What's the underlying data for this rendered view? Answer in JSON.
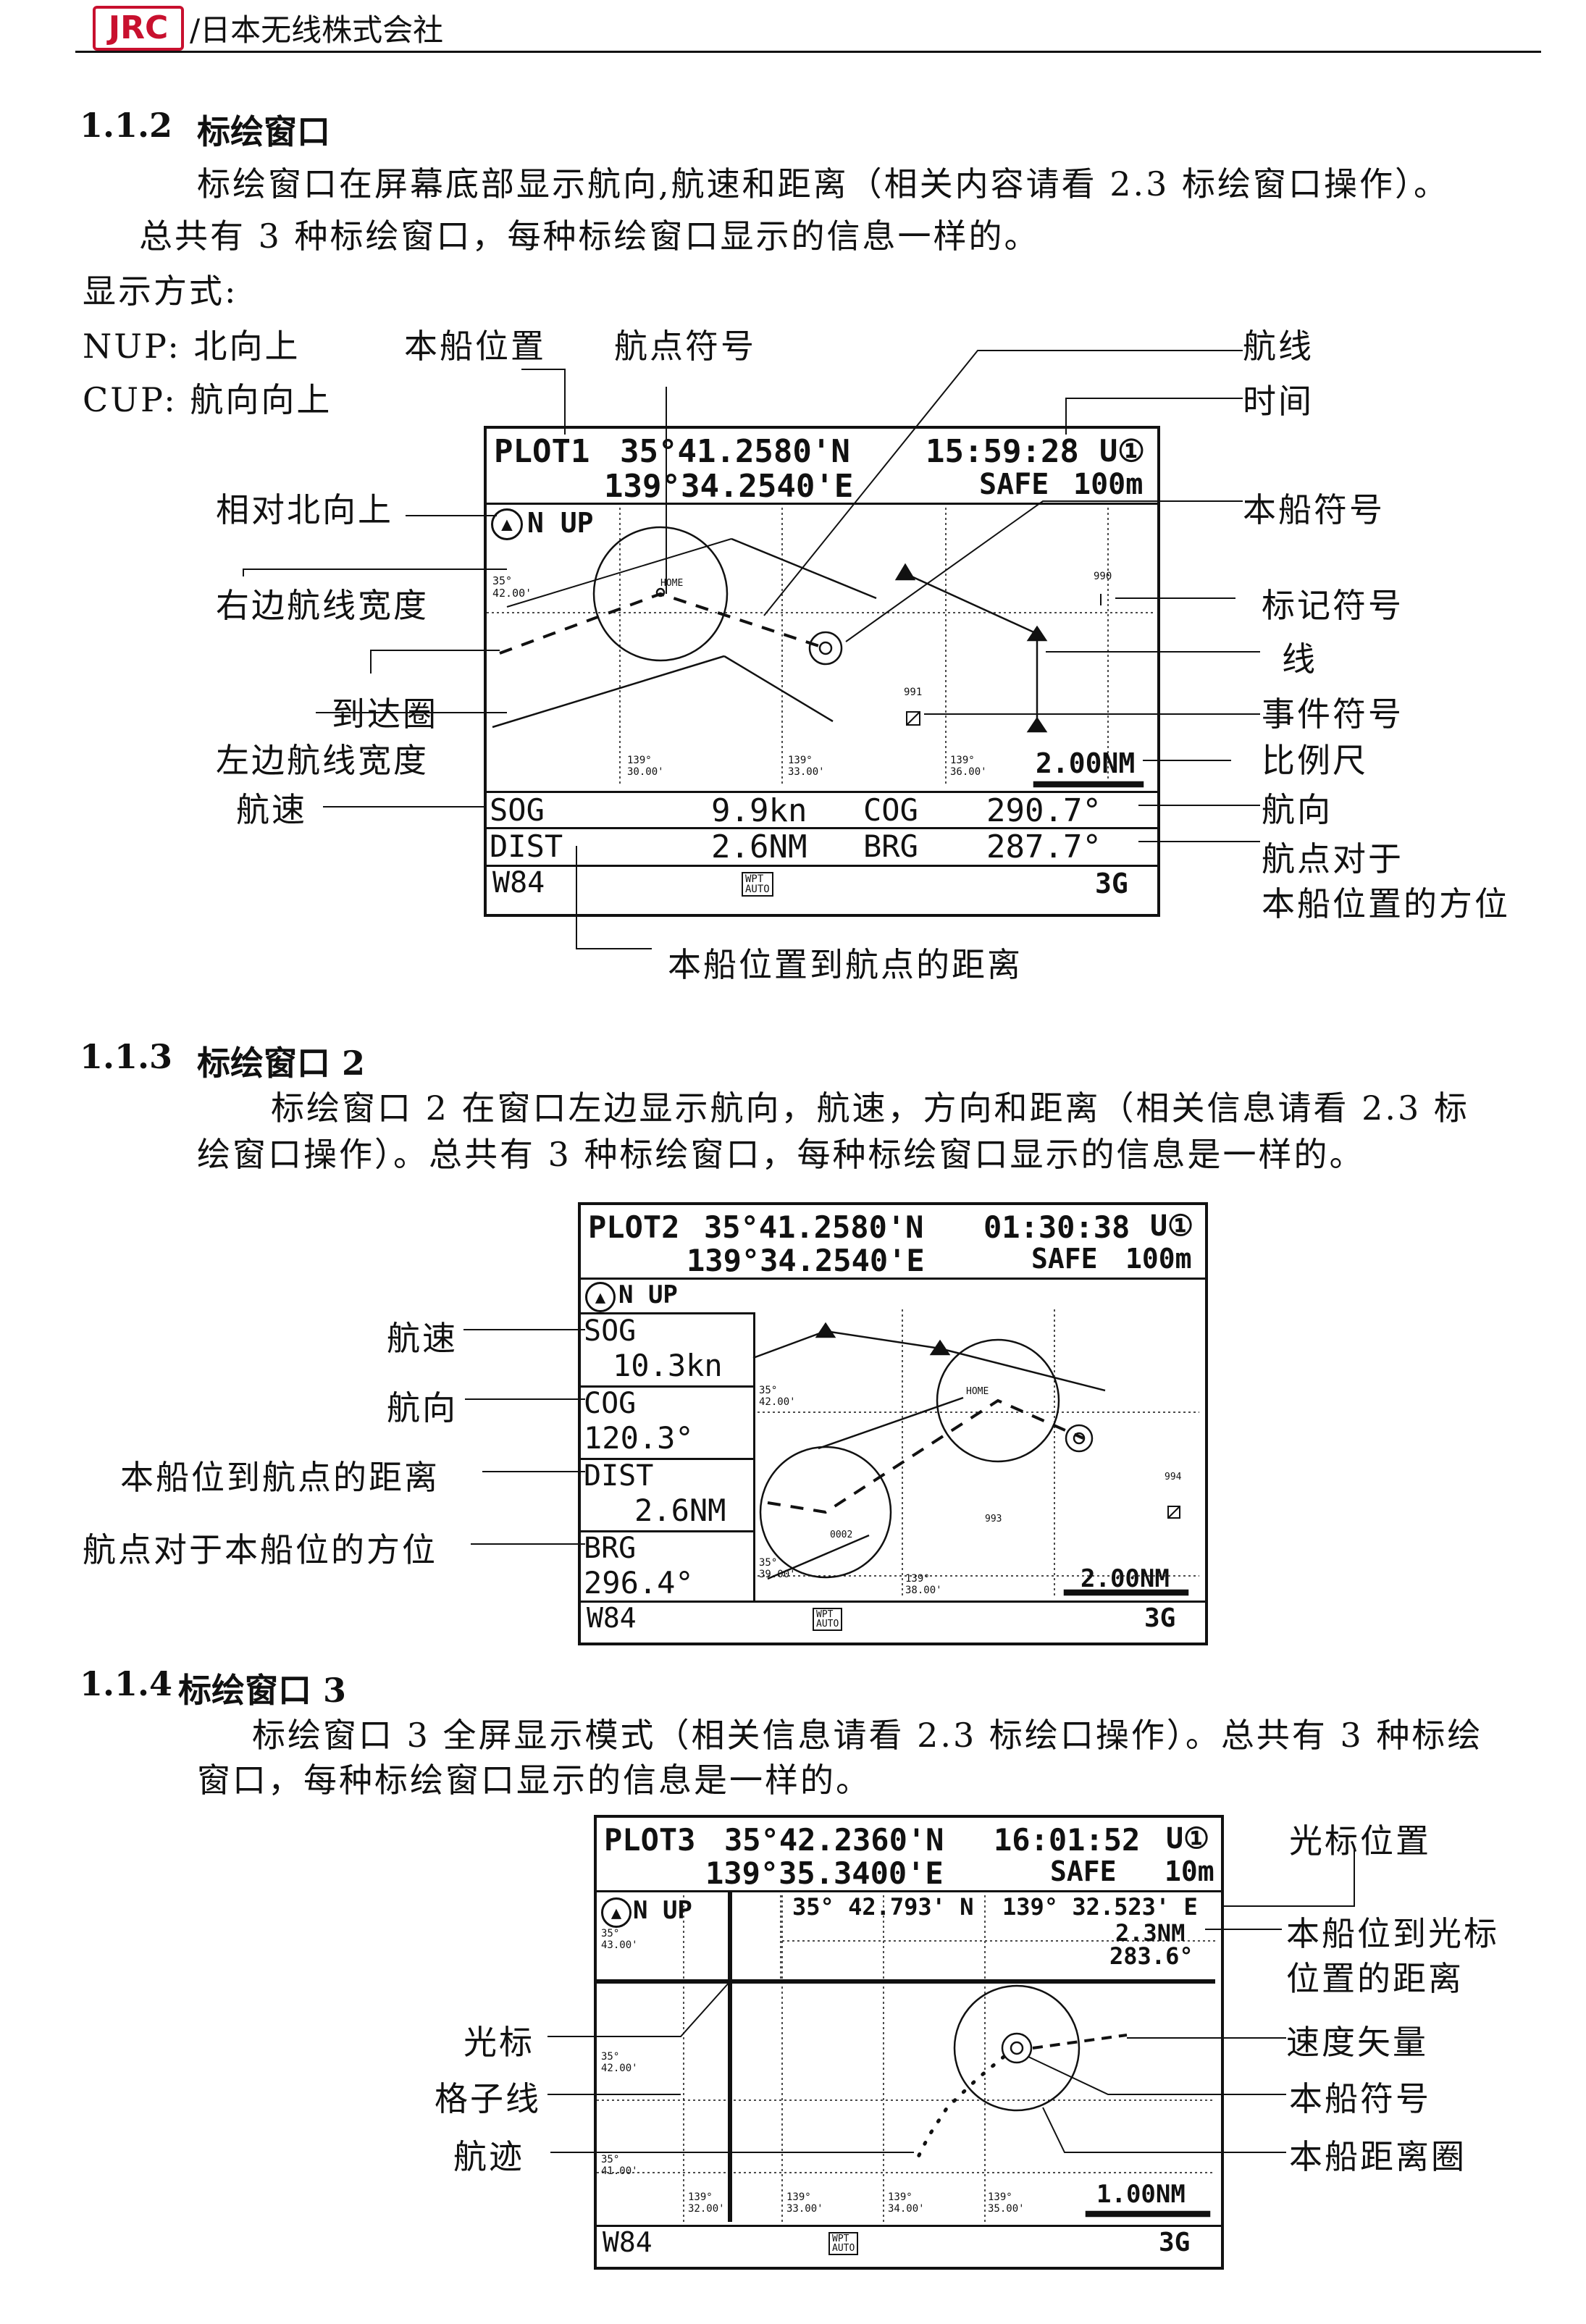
{
  "header": {
    "logo": "JRC",
    "company": "/日本无线株式会社"
  },
  "s112": {
    "heading_num": "1.1.2",
    "heading_title": "标绘窗口",
    "para1": "标绘窗口在屏幕底部显示航向,航速和距离（相关内容请看 2.3 标绘窗口操作）。",
    "para2": "总共有 3 种标绘窗口，每种标绘窗口显示的信息一样的。",
    "display_mode": "显示方式:",
    "nup": "NUP: 北向上",
    "cup": "CUP: 航向向上",
    "labels": {
      "own_pos": "本船位置",
      "wpt_symbol": "航点符号",
      "route": "航线",
      "time": "时间",
      "rel_north": "相对北向上",
      "own_symbol": "本船符号",
      "right_width": "右边航线宽度",
      "mark_symbol_a": "标记符号",
      "mark_symbol_b": "线",
      "arrival": "到达圈",
      "event": "事件符号",
      "left_width": "左边航线宽度",
      "scale": "比例尺",
      "speed": "航速",
      "course": "航向",
      "bearing_a": "航点对于",
      "bearing_b": "本船位置的方位",
      "dist": "本船位置到航点的距离"
    },
    "screen": {
      "title": "PLOT1",
      "lat": "35°41.2580'N",
      "time": "15:59:28",
      "mode": "U①",
      "lon": "139°34.2540'E",
      "safe": "SAFE",
      "safe_dist": "100m",
      "orient": "N UP",
      "grid_lat": "35°\n42.00'",
      "home": "HOME",
      "m990": "990",
      "m991": "991",
      "grid_lon1": "139°\n30.00'",
      "grid_lon2": "139°\n33.00'",
      "grid_lon3": "139°\n36.00'",
      "scale": "2.00NM",
      "sog_lbl": "SOG",
      "sog": "9.9kn",
      "cog_lbl": "COG",
      "cog": "290.7°",
      "dist_lbl": "DIST",
      "dist": "2.6NM",
      "brg_lbl": "BRG",
      "brg": "287.7°",
      "wpt": "W84",
      "auto": "WPT\nAUTO",
      "fix": "3G"
    }
  },
  "s113": {
    "heading_num": "1.1.3",
    "heading_title": "标绘窗口 2",
    "para1": "标绘窗口 2 在窗口左边显示航向，航速，方向和距离（相关信息请看 2.3 标",
    "para2": "绘窗口操作）。总共有 3 种标绘窗口，每种标绘窗口显示的信息是一样的。",
    "labels": {
      "speed": "航速",
      "course": "航向",
      "dist": "本船位到航点的距离",
      "bearing": "航点对于本船位的方位"
    },
    "screen": {
      "title": "PLOT2",
      "lat": "35°41.2580'N",
      "time": "01:30:38",
      "mode": "U①",
      "lon": "139°34.2540'E",
      "safe": "SAFE",
      "safe_dist": "100m",
      "orient": "N UP",
      "sog_lbl": "SOG",
      "sog": "10.3kn",
      "cog_lbl": "COG",
      "cog": "120.3°",
      "dist_lbl": "DIST",
      "dist": "2.6NM",
      "brg_lbl": "BRG",
      "brg": "296.4°",
      "grid_lat1": "35°\n42.00'",
      "grid_lat2": "35°\n39.00'",
      "grid_lon": "139°\n38.00'",
      "home": "HOME",
      "wp2": "0002",
      "m993": "993",
      "m994": "994",
      "scale": "2.00NM",
      "wpt": "W84",
      "auto": "WPT\nAUTO",
      "fix": "3G"
    }
  },
  "s114": {
    "heading_num": "1.1.4",
    "heading_title": "标绘窗口 3",
    "para1": "标绘窗口 3 全屏显示模式（相关信息请看 2.3 标绘口操作）。总共有 3 种标绘",
    "para2": "窗口，每种标绘窗口显示的信息是一样的。",
    "labels": {
      "cursor_pos": "光标位置",
      "cursor_dist_a": "本船位到光标",
      "cursor_dist_b": "位置的距离",
      "cursor": "光标",
      "speed_vector": "速度矢量",
      "grid": "格子线",
      "own_symbol": "本船符号",
      "track": "航迹",
      "range_ring": "本船距离圈"
    },
    "screen": {
      "title": "PLOT3",
      "lat": "35°42.2360'N",
      "time": "16:01:52",
      "mode": "U①",
      "lon": "139°35.3400'E",
      "safe": "SAFE",
      "safe_dist": "10m",
      "orient": "N UP",
      "cur_lat": "35° 42.793' N",
      "cur_lon": "139° 32.523' E",
      "cur_dist": "2.3NM",
      "cur_brg": "283.6°",
      "grid_lat1": "35°\n43.00'",
      "grid_lat2": "35°\n42.00'",
      "grid_lat3": "35°\n41.00'",
      "grid_lon1": "139°\n32.00'",
      "grid_lon2": "139°\n33.00'",
      "grid_lon3": "139°\n34.00'",
      "grid_lon4": "139°\n35.00'",
      "scale": "1.00NM",
      "wpt": "W84",
      "auto": "WPT\nAUTO",
      "fix": "3G"
    }
  }
}
